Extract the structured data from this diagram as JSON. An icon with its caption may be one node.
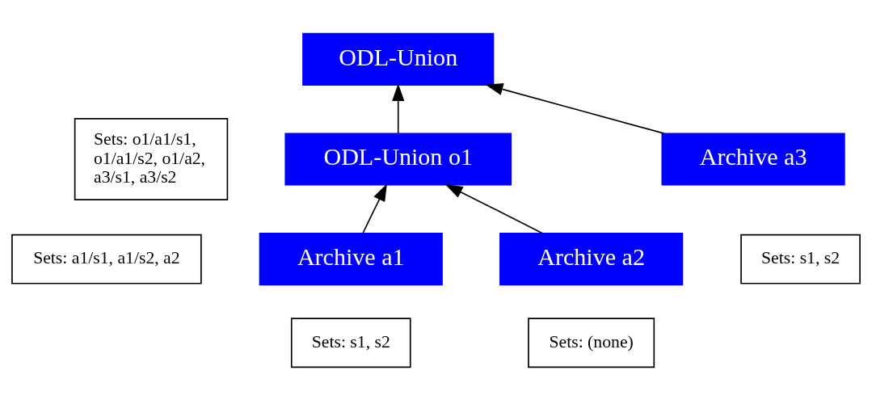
{
  "diagram": {
    "nodes": [
      {
        "text": [
          "ODL-Union"
        ]
      },
      {
        "text": [
          "Sets: o1/a1/s1, o1/a1/s2, o1/a2, a3/s1, a3/s2"
        ]
      },
      {
        "text": [
          "ODL-Union o1"
        ]
      },
      {
        "text": [
          "Archive a3"
        ]
      },
      {
        "text": [
          "Sets: a1/s1, a1/s2, a2"
        ]
      },
      {
        "text": [
          "Sets: s1, s2"
        ]
      },
      {
        "text": [
          "Archive a1"
        ]
      },
      {
        "text": [
          "Archive a2"
        ]
      },
      {
        "text": [
          "Sets: s1, s2"
        ]
      },
      {
        "text": [
          "Sets: (none)"
        ]
      }
    ],
    "edges": [
      {
        "from": 2,
        "to": 0,
        "arrow": "to"
      },
      {
        "from": 3,
        "to": 0,
        "arrow": "to"
      },
      {
        "from": 6,
        "to": 2,
        "arrow": "to"
      },
      {
        "from": 7,
        "to": 2,
        "arrow": "to"
      }
    ]
  }
}
